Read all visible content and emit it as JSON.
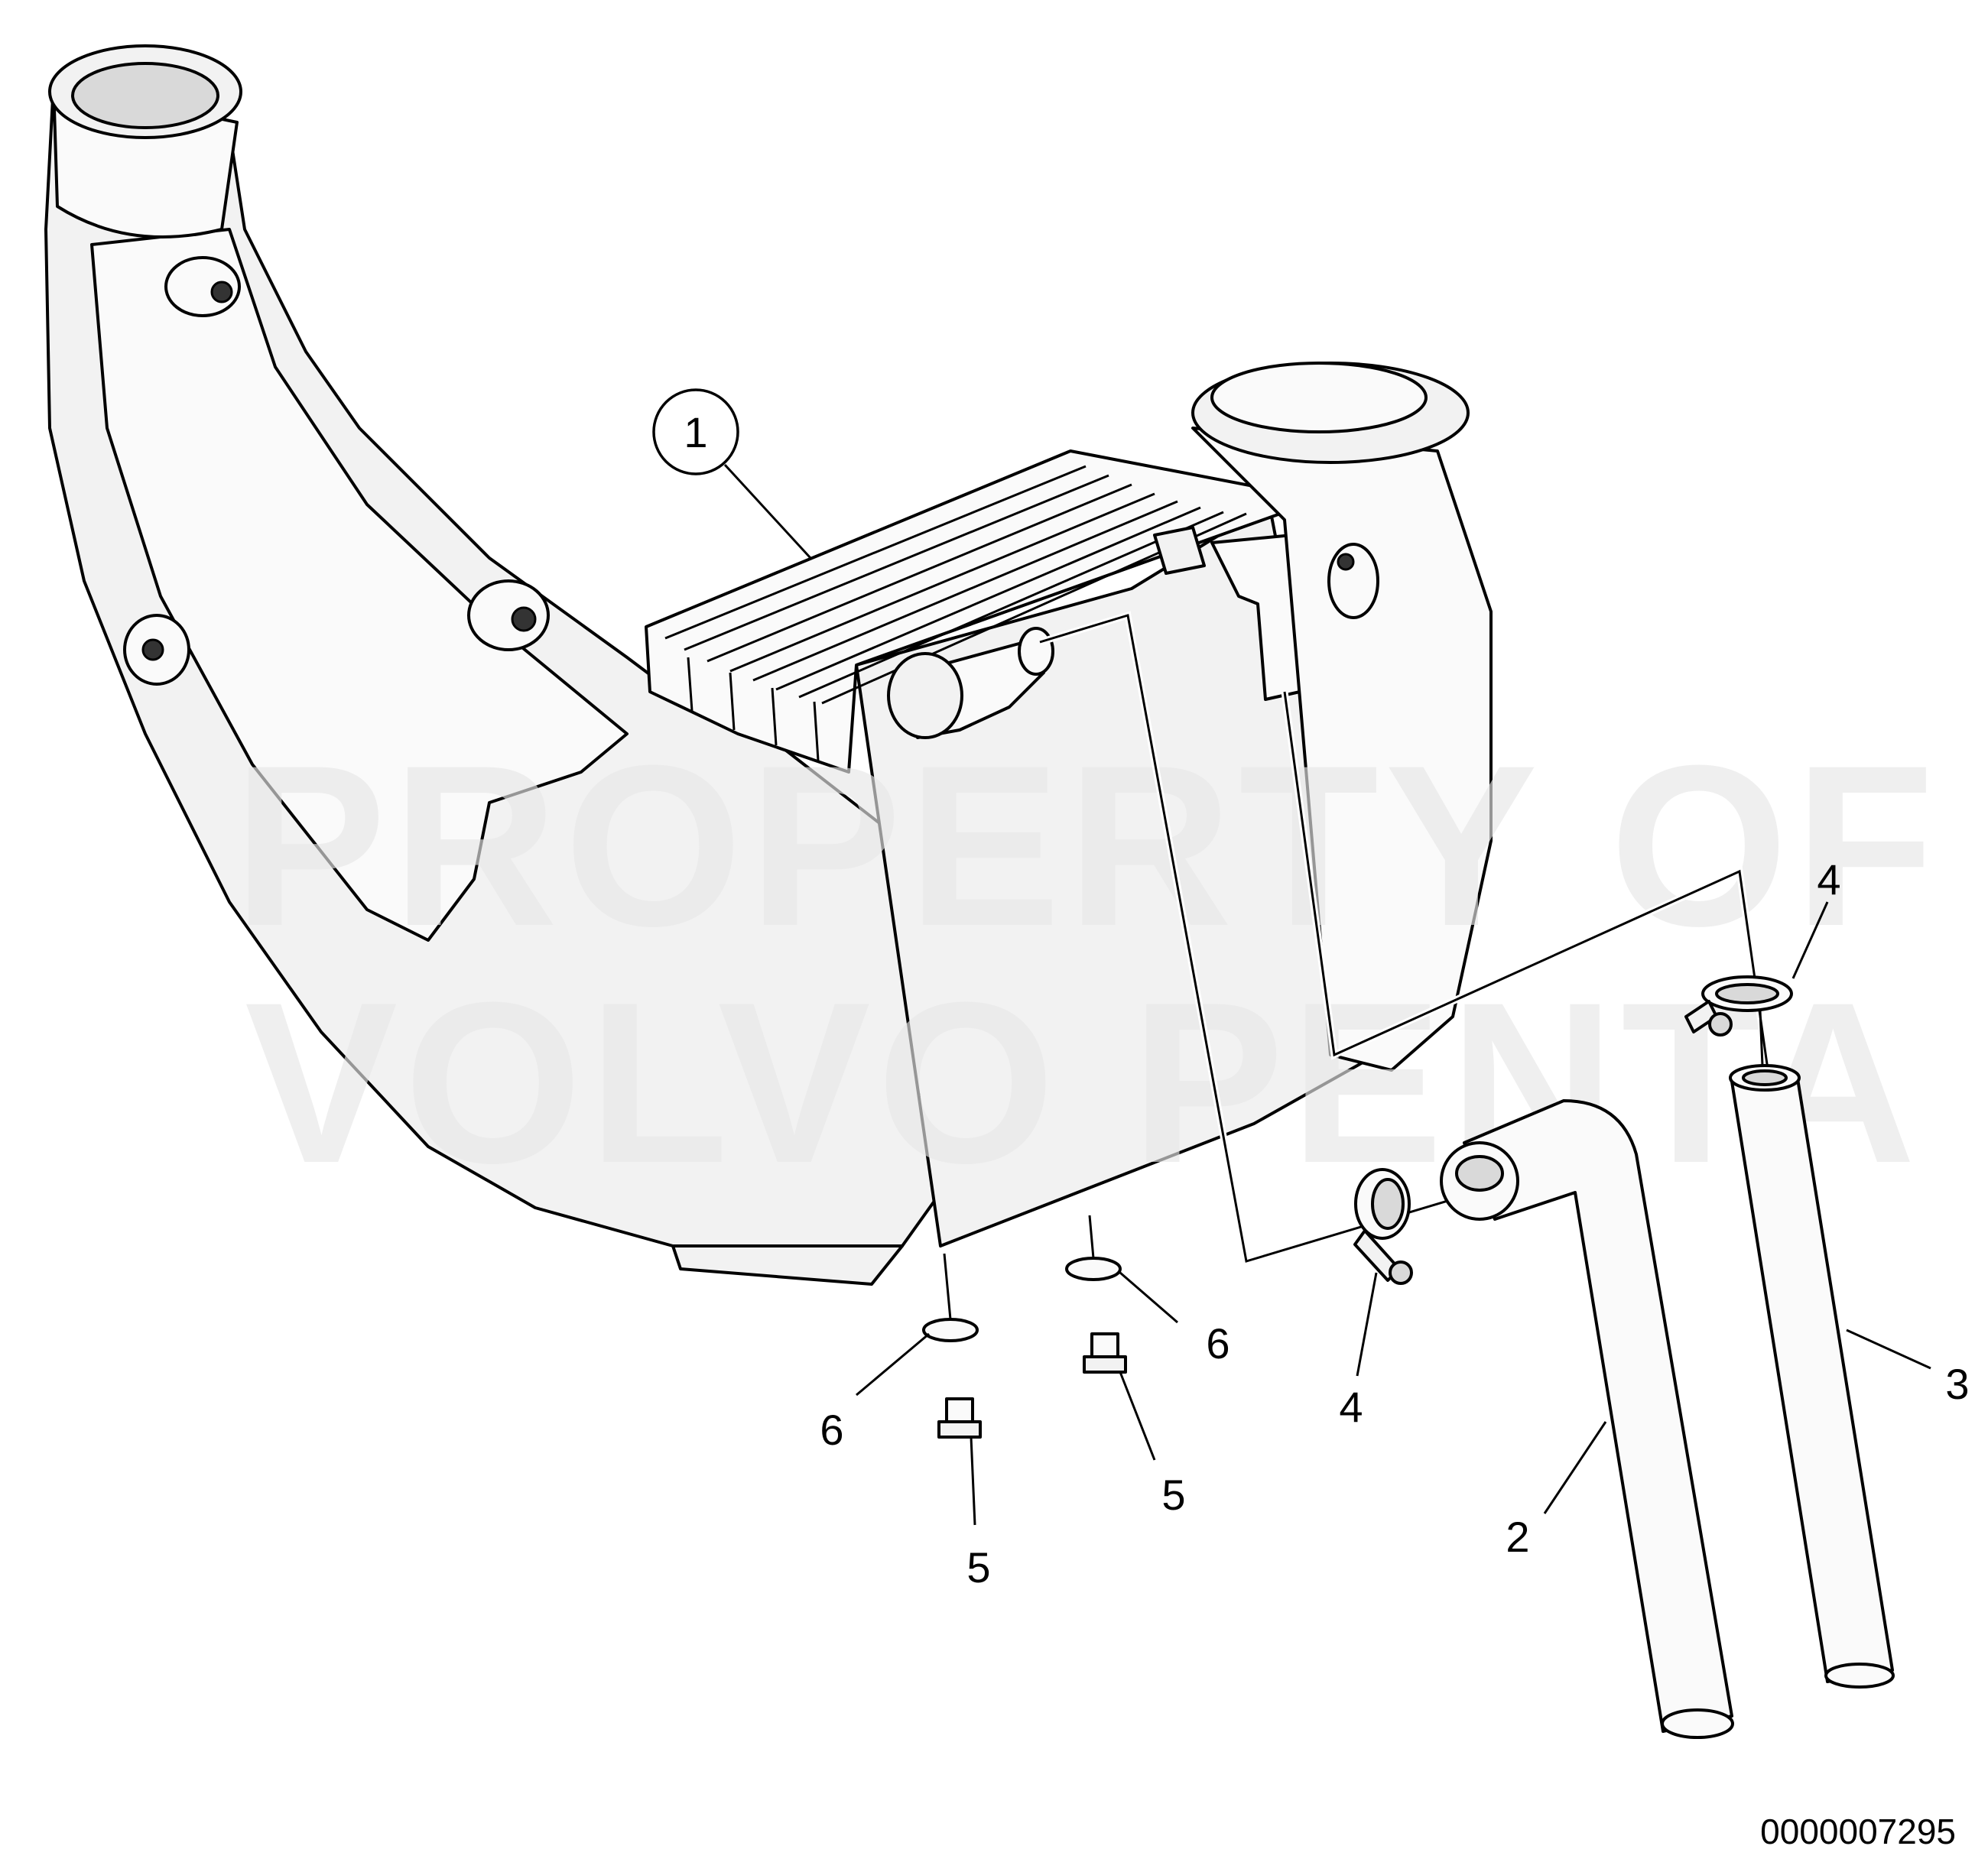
{
  "diagram": {
    "watermark_line1": "PROPERTY OF",
    "watermark_line2": "VOLVO PENTA",
    "drawing_number": "0000007295",
    "callouts": [
      {
        "id": "c1",
        "label": "1"
      },
      {
        "id": "c2",
        "label": "2"
      },
      {
        "id": "c3",
        "label": "3"
      },
      {
        "id": "c4a",
        "label": "4"
      },
      {
        "id": "c4b",
        "label": "4"
      },
      {
        "id": "c5a",
        "label": "5"
      },
      {
        "id": "c5b",
        "label": "5"
      },
      {
        "id": "c6a",
        "label": "6"
      },
      {
        "id": "c6b",
        "label": "6"
      }
    ]
  }
}
